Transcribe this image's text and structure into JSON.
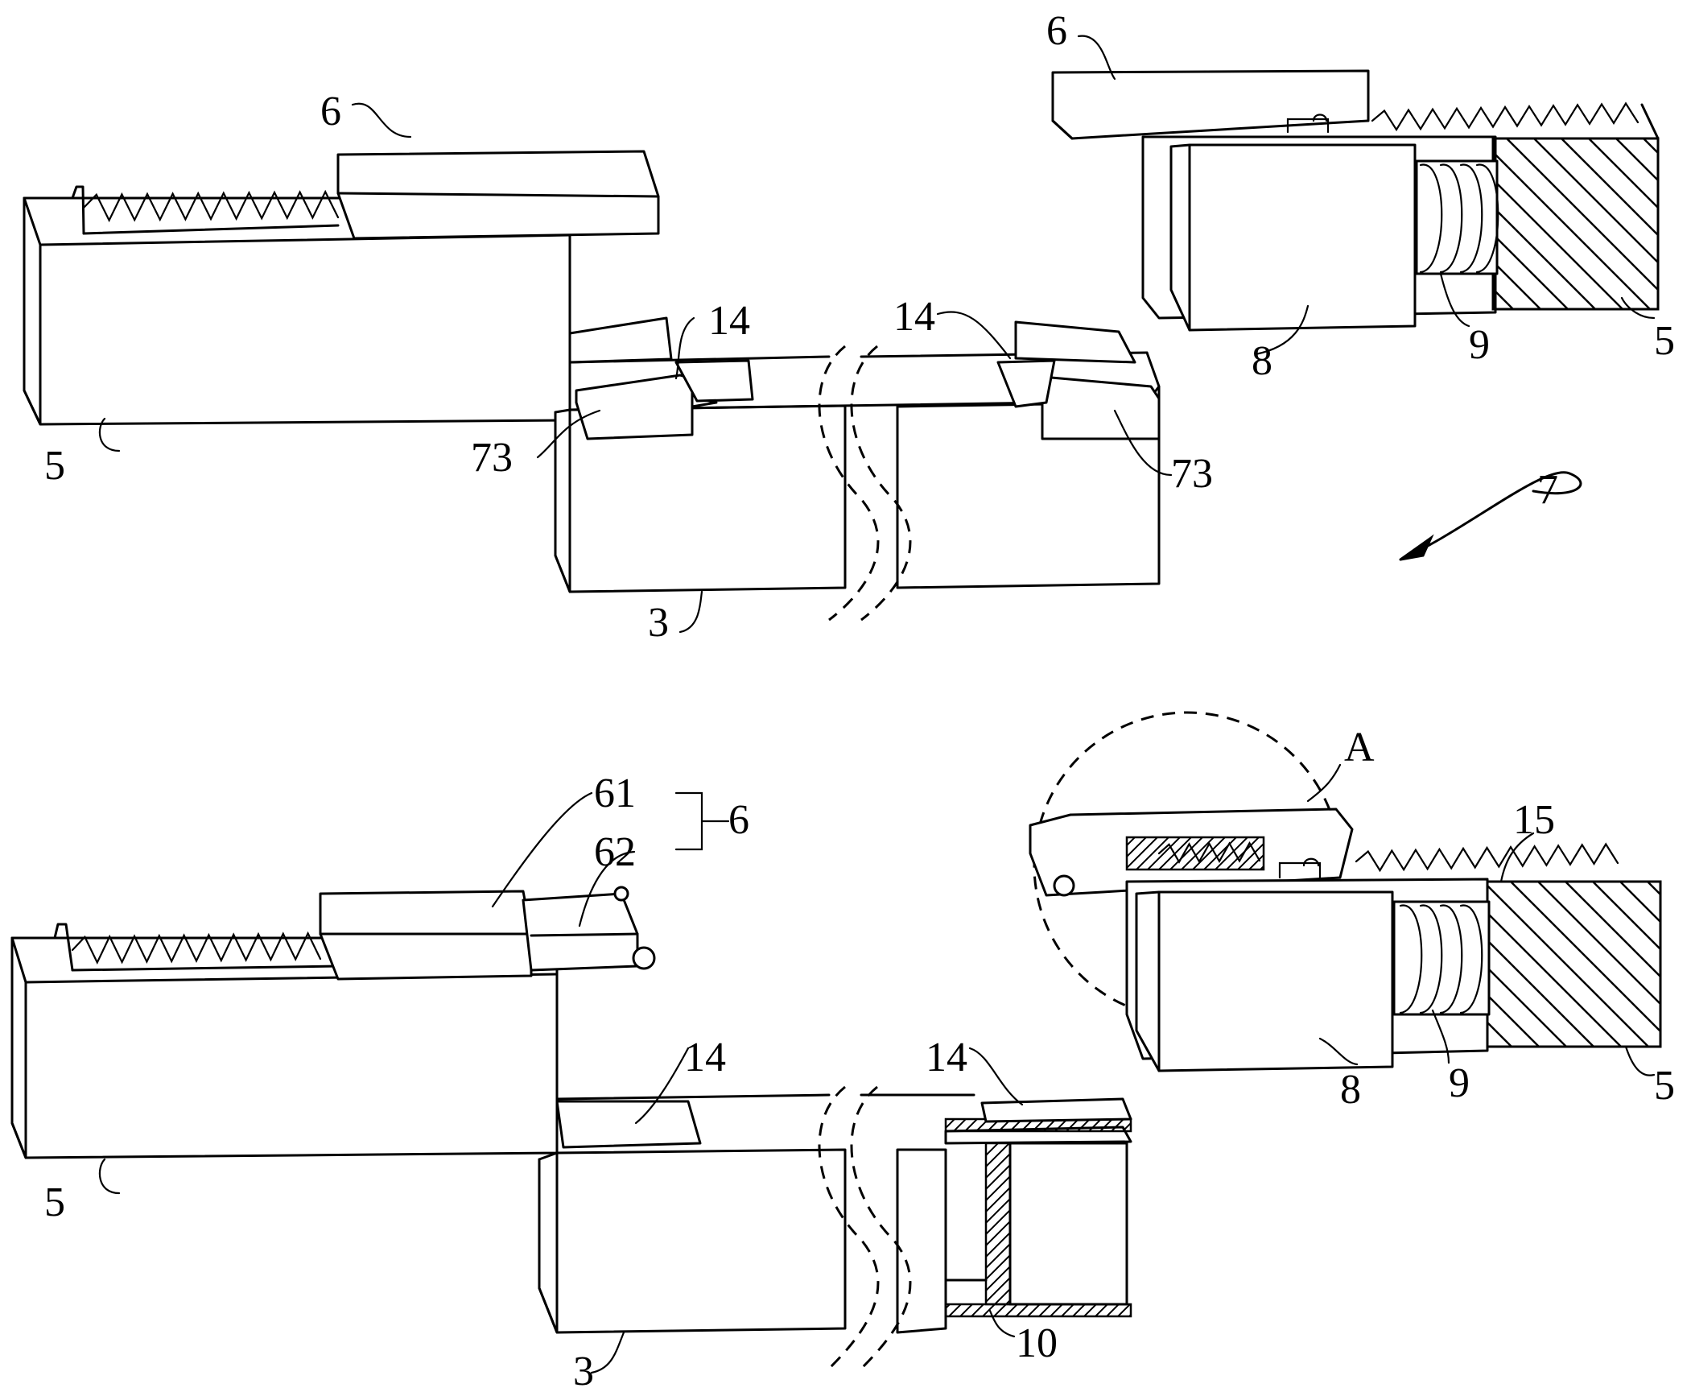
{
  "labels": {
    "part_3": "3",
    "part_5": "5",
    "part_6": "6",
    "part_7": "7",
    "part_8": "8",
    "part_9": "9",
    "part_10": "10",
    "part_14": "14",
    "part_15": "15",
    "part_61": "61",
    "part_62": "62",
    "part_73": "73",
    "detail_a": "A"
  }
}
